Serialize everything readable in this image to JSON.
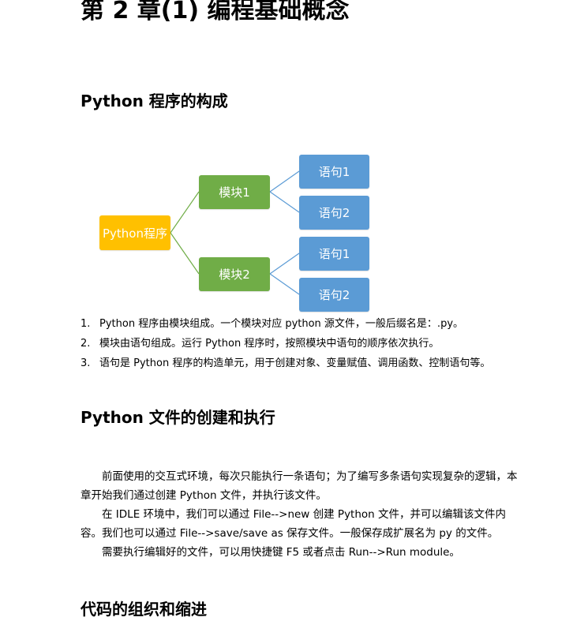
{
  "chapter_title": "第 2 章(1)  编程基础概念",
  "sections": [
    {
      "heading": "Python 程序的构成"
    },
    {
      "heading": "Python 文件的创建和执行"
    },
    {
      "heading": "代码的组织和缩进"
    }
  ],
  "diagram": {
    "root": {
      "label": "Python程序",
      "color": "#FFC000"
    },
    "modules": [
      {
        "label": "模块1",
        "color": "#70AD47",
        "statements": [
          "语句1",
          "语句2"
        ]
      },
      {
        "label": "模块2",
        "color": "#70AD47",
        "statements": [
          "语句1",
          "语句2"
        ]
      }
    ],
    "statement_color": "#5B9BD5",
    "root_connector_color": "#70AD47",
    "module_connector_color": "#5B9BD5"
  },
  "list_items": [
    {
      "number": "1.",
      "text": "Python 程序由模块组成。一个模块对应 python 源文件，一般后缀名是：.py。"
    },
    {
      "number": "2.",
      "text": "模块由语句组成。运行 Python 程序时，按照模块中语句的顺序依次执行。"
    },
    {
      "number": "3.",
      "text": "语句是 Python 程序的构造单元，用于创建对象、变量赋值、调用函数、控制语句等。"
    }
  ],
  "paragraphs": [
    "前面使用的交互式环境，每次只能执行一条语句；为了编写多条语句实现复杂的逻辑，本章开始我们通过创建 Python 文件，并执行该文件。",
    "在 IDLE 环境中，我们可以通过 File-->new 创建 Python 文件，并可以编辑该文件内容。我们也可以通过 File-->save/save as 保存文件。一般保存成扩展名为 py 的文件。",
    "需要执行编辑好的文件，可以用快捷键 F5 或者点击 Run-->Run module。"
  ]
}
